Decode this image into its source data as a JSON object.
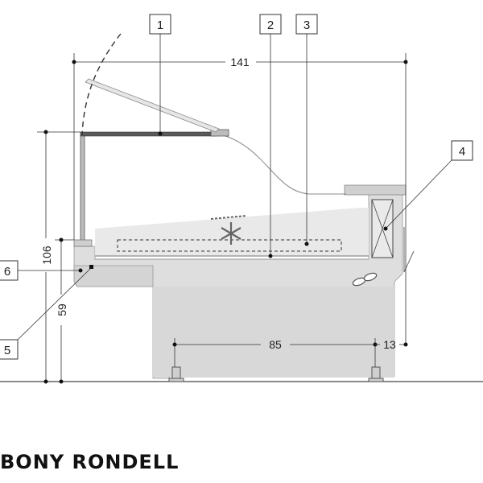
{
  "title": "BONY RONDELL",
  "callouts": [
    "1",
    "2",
    "3",
    "4",
    "5",
    "6"
  ],
  "dimensions": {
    "total_width": "141",
    "total_height": "106",
    "counter_height": "59",
    "base_width": "85",
    "offset": "13"
  },
  "colors": {
    "body": "#dedede",
    "body_dark": "#cfcfcf",
    "line": "#333333",
    "frame": "#555555"
  },
  "icons": [
    "snowflake-icon",
    "fan-icon"
  ]
}
